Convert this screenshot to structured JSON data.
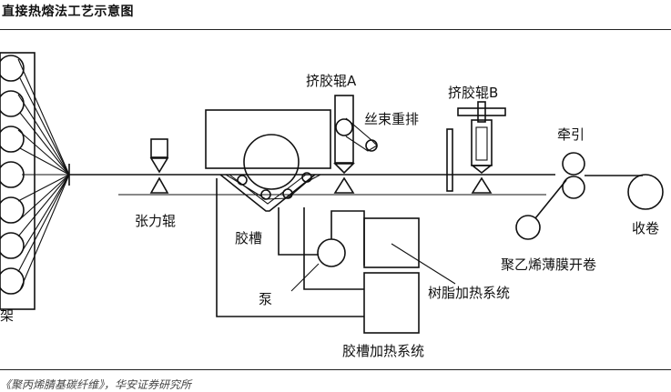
{
  "figure": {
    "title": "直接热熔法工艺示意图",
    "source": "《聚丙烯腈基碳纤维》，华安证券研究所"
  },
  "diagram": {
    "labels": {
      "tension_roll": "张力辊",
      "glue_tank": "胶槽",
      "pump": "泵",
      "squeeze_roll_a": "挤胶辊A",
      "squeeze_roll_b": "挤胶辊B",
      "tow_rearrange": "丝束重排",
      "traction": "牵引",
      "winding": "收卷",
      "pe_film_unwind": "聚乙烯薄膜开卷",
      "resin_heating": "树脂加热系统",
      "tank_heating": "胶槽加热系统",
      "creel_partial": "架"
    }
  }
}
